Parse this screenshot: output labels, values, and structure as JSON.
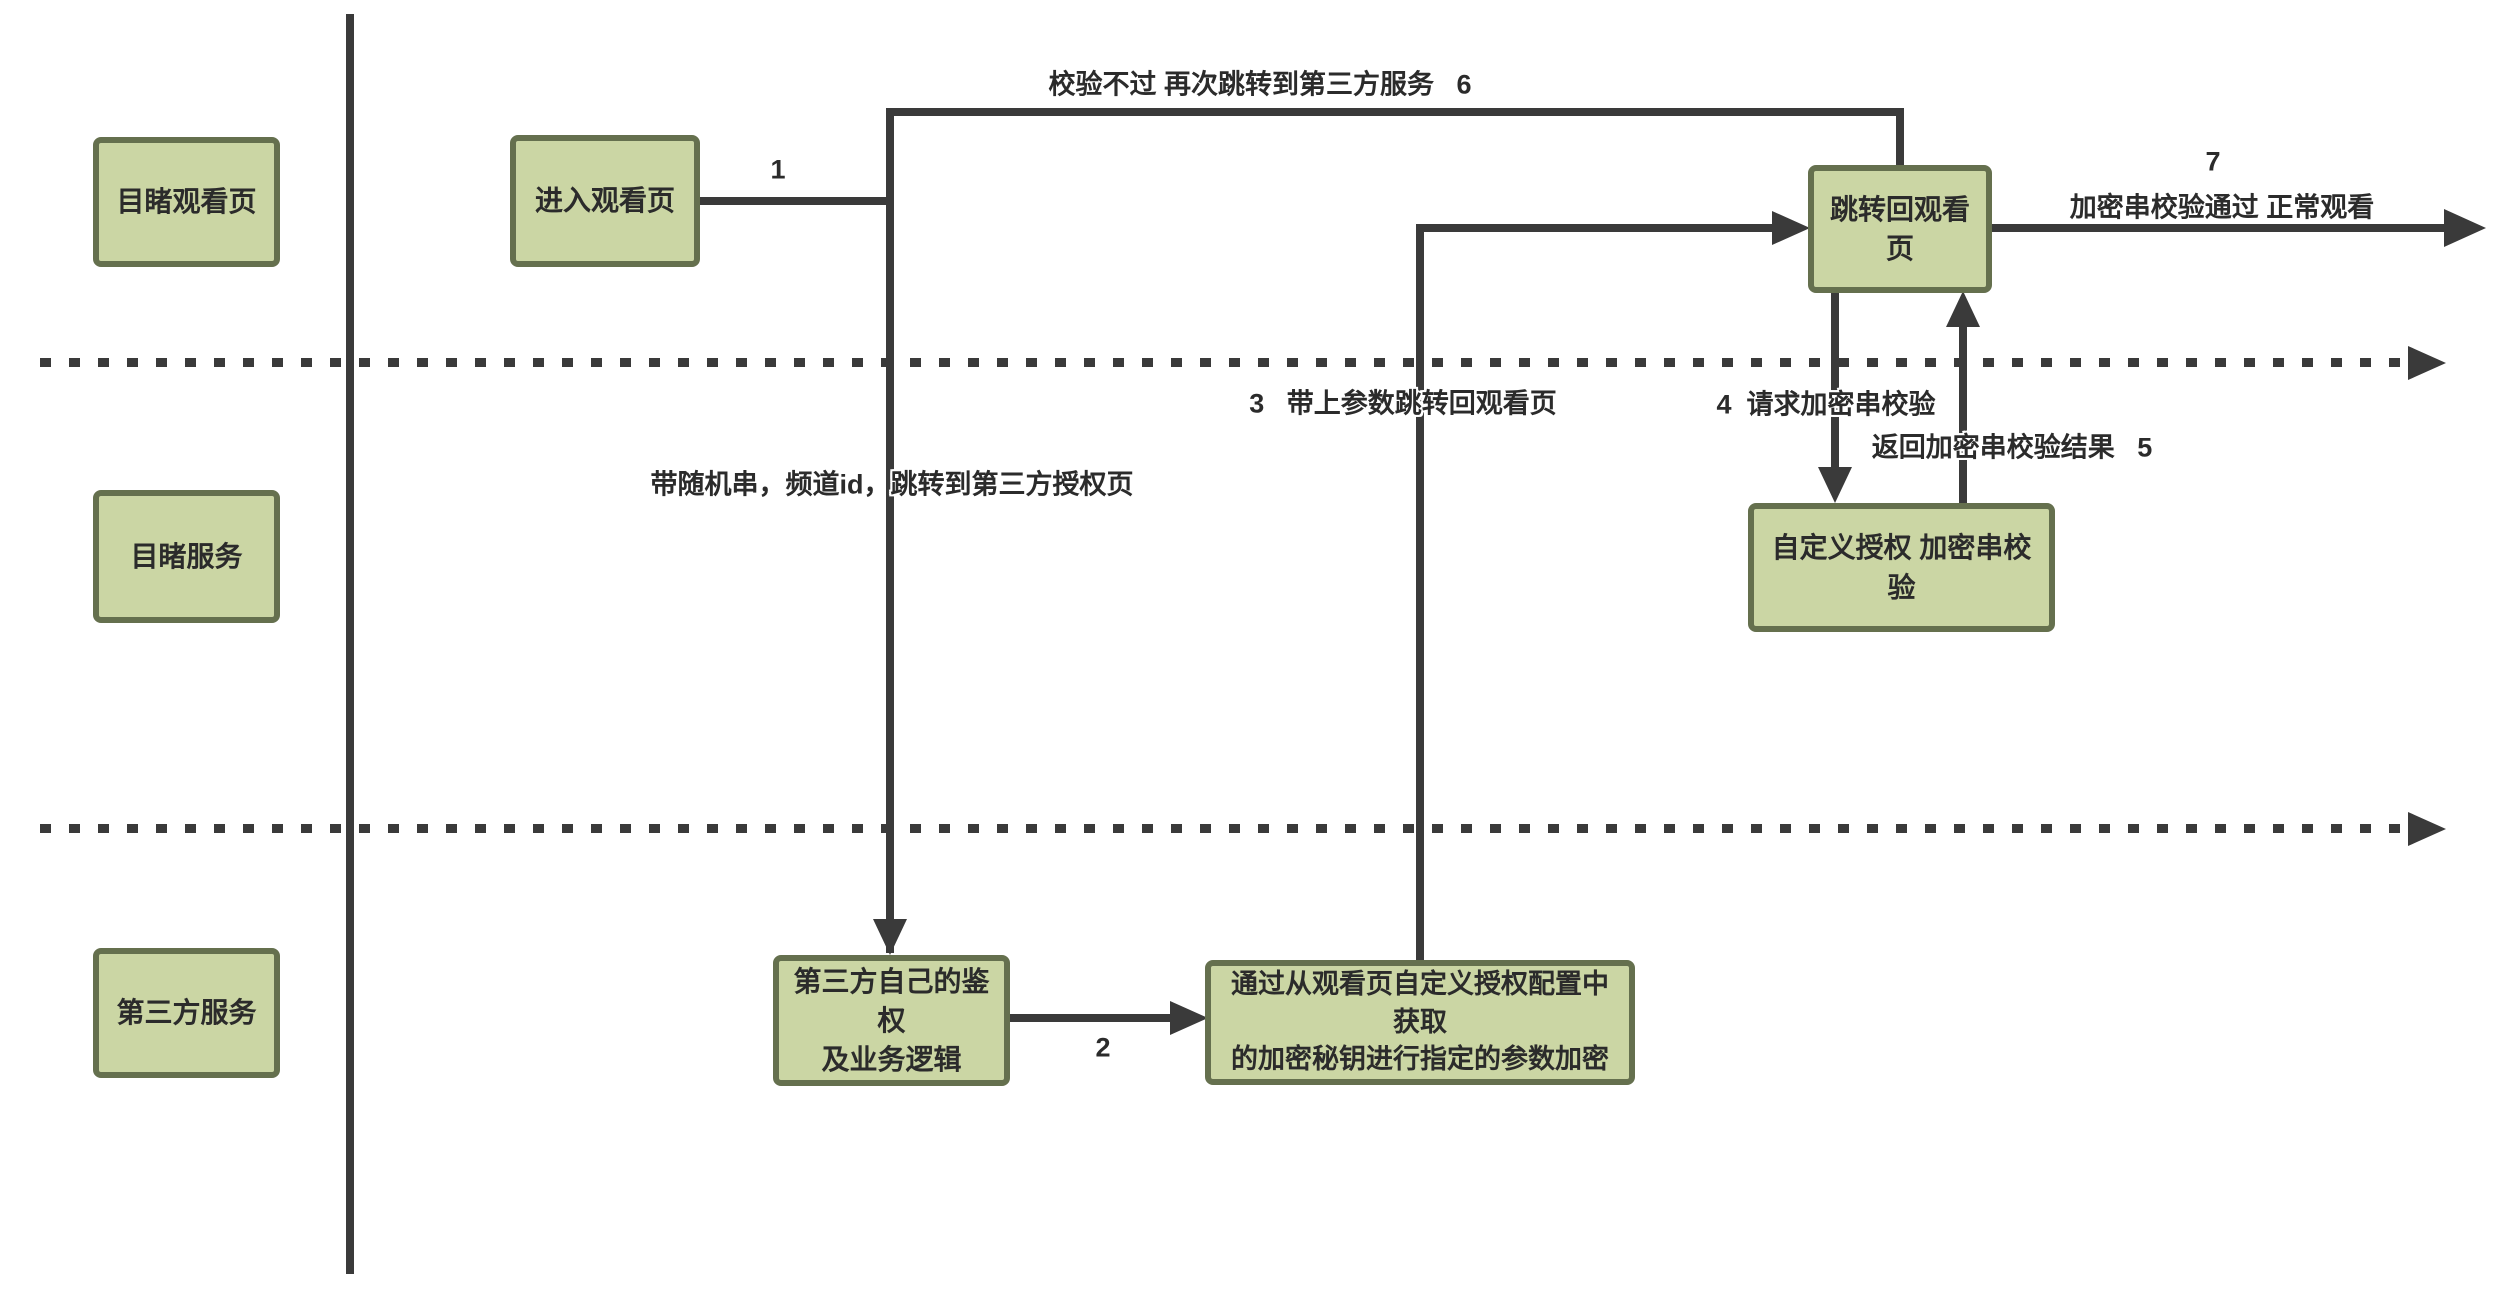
{
  "lanes": {
    "watch_page": "目睹观看页",
    "mudu_service": "目睹服务",
    "third_party_service": "第三方服务"
  },
  "nodes": {
    "enter_watch_page": "进入观看页",
    "jump_back_watch_page": "跳转回观看页",
    "custom_auth_check": "自定义授权 加密串校验",
    "third_party_auth": "第三方自己的鉴权\n及业务逻辑",
    "encrypt_params": "通过从观看页自定义授权配置中获取\n的加密秘钥进行指定的参数加密"
  },
  "labels": {
    "step1": "1",
    "step2": "2",
    "step3": "3   带上参数跳转回观看页",
    "step4": "4  请求加密串校验",
    "step5": "返回加密串校验结果   5",
    "step6": "校验不过 再次跳转到第三方服务   6",
    "step7_num": "7",
    "step7_text": "加密串校验通过 正常观看",
    "redirect_note": "带随机串，频道id，跳转到第三方授权页"
  },
  "colors": {
    "node_fill": "#cbd6a4",
    "node_border": "#65704e",
    "line": "#3a3a3a",
    "text": "#2b2b2b",
    "background": "#ffffff"
  }
}
